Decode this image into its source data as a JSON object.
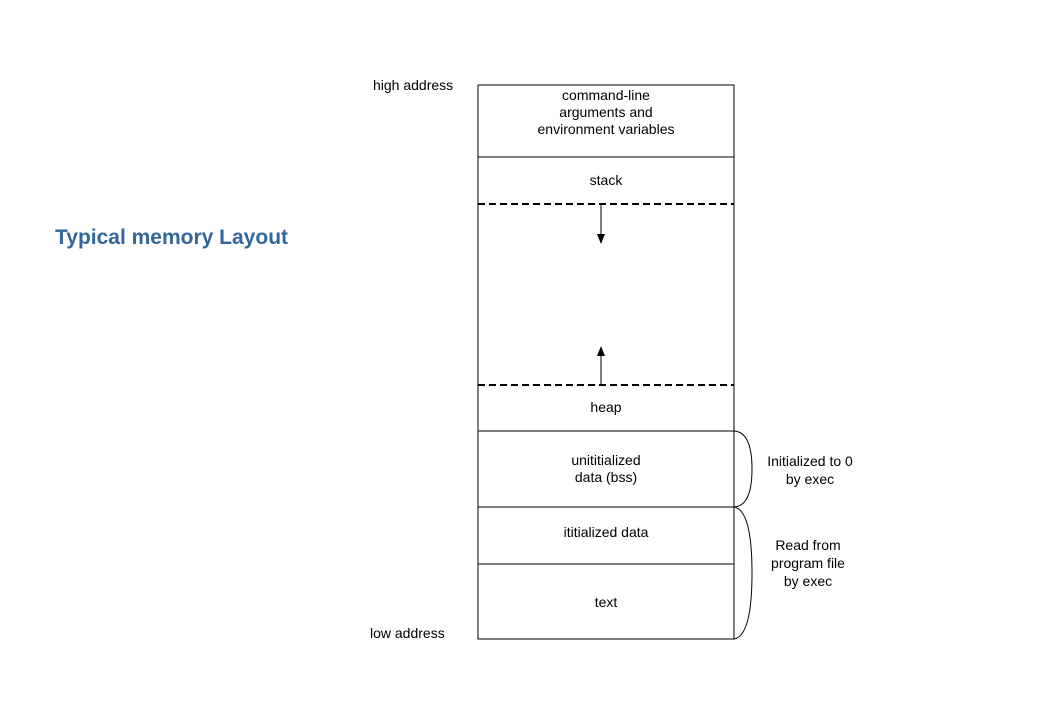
{
  "title": "Typical memory Layout",
  "labels": {
    "high_address": "high address",
    "low_address": "low address"
  },
  "segments": {
    "cmdline": [
      "command-line",
      "arguments and",
      "environment variables"
    ],
    "stack": "stack",
    "heap": "heap",
    "bss": [
      "unititialized",
      "data (bss)"
    ],
    "data": "ititialized data",
    "text": "text"
  },
  "notes": {
    "bss": [
      "Initialized to 0",
      "by exec"
    ],
    "program": [
      "Read from",
      "program file",
      "by exec"
    ]
  },
  "colors": {
    "title": "#336699",
    "lines": "#000000"
  }
}
